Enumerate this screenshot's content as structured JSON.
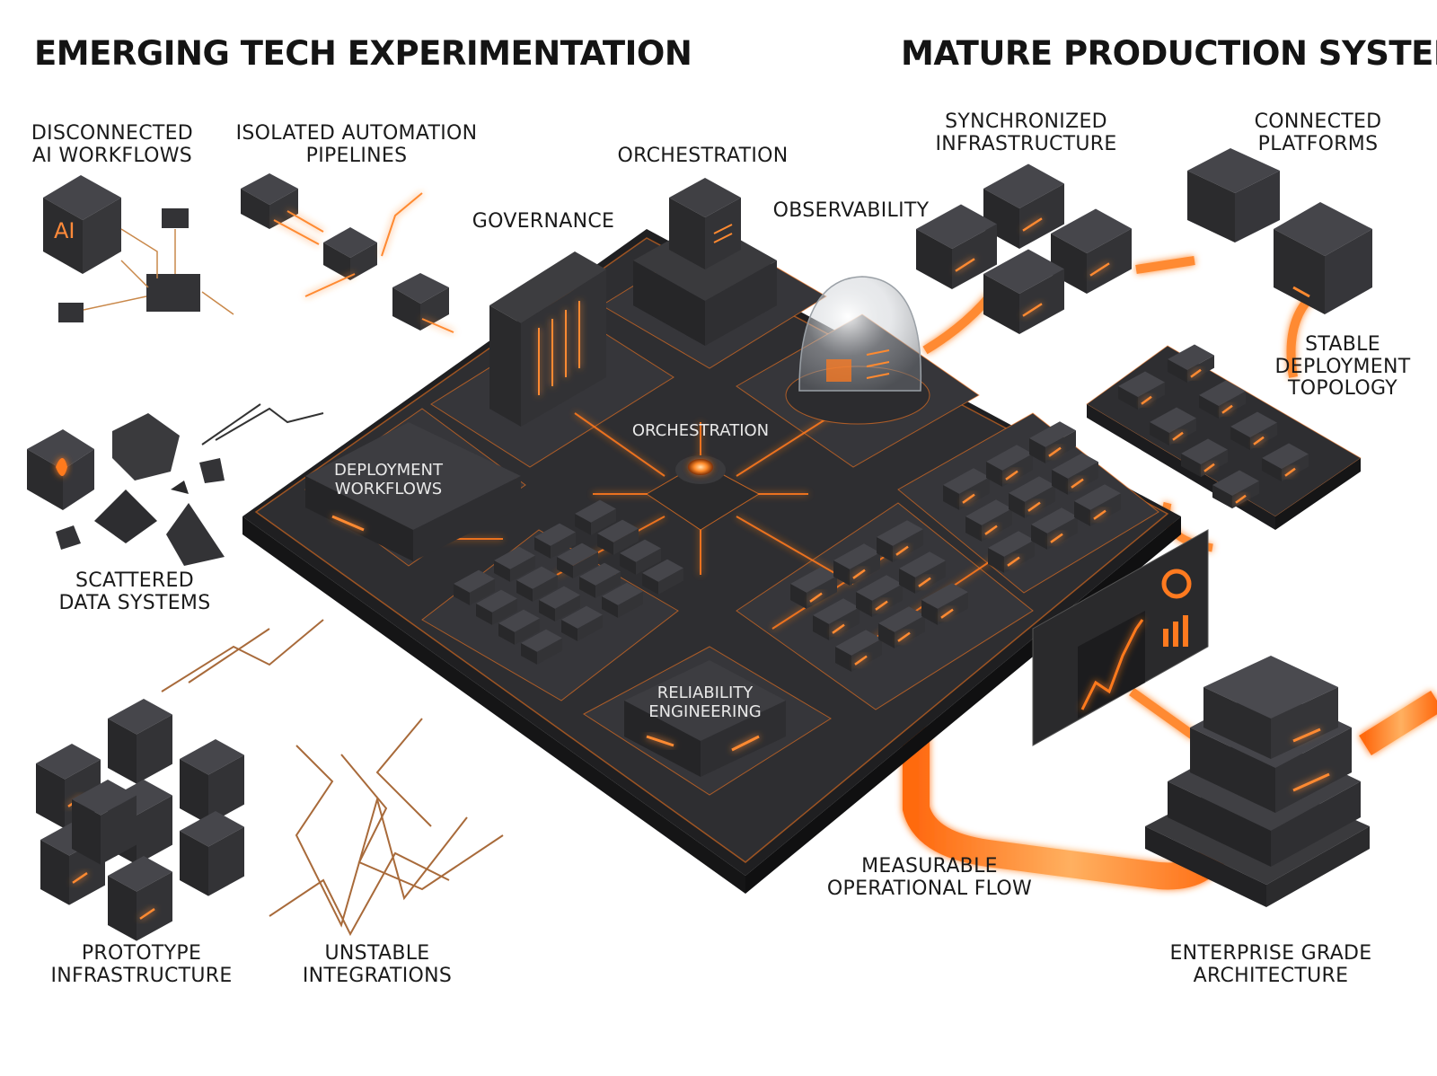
{
  "headings": {
    "left": "EMERGING TECH EXPERIMENTATION",
    "right": "MATURE PRODUCTION SYSTEMS"
  },
  "labels": {
    "disconnected_ai": "DISCONNECTED\nAI WORKFLOWS",
    "isolated_automation": "ISOLATED AUTOMATION\nPIPELINES",
    "governance": "GOVERNANCE",
    "orchestration_top": "ORCHESTRATION",
    "observability": "OBSERVABILITY",
    "synchronized": "SYNCHRONIZED\nINFRASTRUCTURE",
    "connected": "CONNECTED\nPLATFORMS",
    "stable": "STABLE\nDEPLOYMENT\nTOPOLOGY",
    "scattered": "SCATTERED\nDATA SYSTEMS",
    "prototype": "PROTOTYPE\nINFRASTRUCTURE",
    "unstable": "UNSTABLE\nINTEGRATIONS",
    "measurable": "MEASURABLE\nOPERATIONAL FLOW",
    "enterprise": "ENTERPRISE GRADE\nARCHITECTURE"
  },
  "platform_labels": {
    "center": "ORCHESTRATION",
    "deployment": "DEPLOYMENT\nWORKFLOWS",
    "reliability": "RELIABILITY\nENGINEERING"
  },
  "icon_text": {
    "ai_cube": "AI"
  },
  "colors": {
    "dark": "#2b2b2d",
    "dark_top": "#3a3a3d",
    "glow": "#ff7a1f",
    "glow_soft": "#ffb06a"
  }
}
